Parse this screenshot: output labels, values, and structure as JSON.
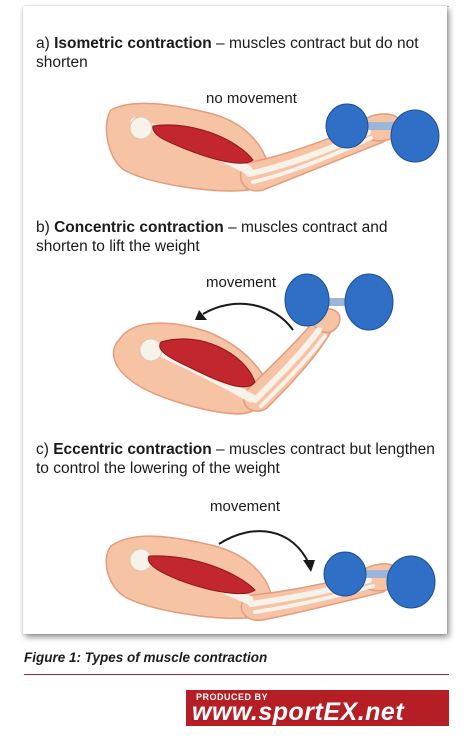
{
  "sections": [
    {
      "letter": "a",
      "term": "Isometric contraction",
      "description": " – muscles contract but do not shorten",
      "movement_label": "no movement"
    },
    {
      "letter": "b",
      "term": "Concentric contraction",
      "description": " – muscles contract and shorten to lift the weight",
      "movement_label": "movement"
    },
    {
      "letter": "c",
      "term": "Eccentric contraction",
      "description": " – muscles contract but lengthen to control the lowering of the weight",
      "movement_label": "movement"
    }
  ],
  "figure_caption": "Figure 1: Types of muscle contraction",
  "logo": {
    "produced_by": "PRODUCED BY",
    "url": "www.sportEX.net"
  },
  "colors": {
    "skin": "#f6c3a5",
    "skin_shadow": "#e58f72",
    "muscle": "#c1272d",
    "bone": "#f7f2ea",
    "dumbbell": "#2f6fc6",
    "brand_red": "#b41e24"
  }
}
